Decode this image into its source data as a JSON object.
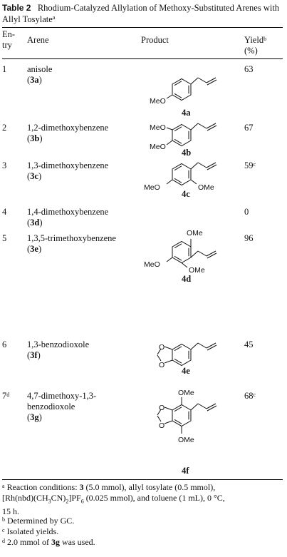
{
  "table": {
    "label": "Table 2",
    "title": "Rhodium-Catalyzed Allylation of Methoxy-Substituted Arenes with Allyl Tosylate",
    "title_sup": "a"
  },
  "headers": {
    "entry_line1": "En-",
    "entry_line2": "try",
    "arene": "Arene",
    "product": "Product",
    "yield": "Yield",
    "yield_sup": "b",
    "yield_unit": "(%)"
  },
  "rows": [
    {
      "entry": "1",
      "entry_sup": "",
      "arene": "anisole",
      "arene_extra": "",
      "compound": "3a",
      "product": "4a",
      "yield": "63",
      "yield_sup": "",
      "substituents": [
        "MeO"
      ]
    },
    {
      "entry": "2",
      "entry_sup": "",
      "arene": "1,2-dimethoxybenzene",
      "arene_extra": "",
      "compound": "3b",
      "product": "4b",
      "yield": "67",
      "yield_sup": "",
      "substituents": [
        "MeO",
        "MeO"
      ]
    },
    {
      "entry": "3",
      "entry_sup": "",
      "arene": "1,3-dimethoxybenzene",
      "arene_extra": "",
      "compound": "3c",
      "product": "4c",
      "yield": "59",
      "yield_sup": "c",
      "substituents": [
        "MeO",
        "OMe"
      ]
    },
    {
      "entry": "4",
      "entry_sup": "",
      "arene": "1,4-dimethoxybenzene",
      "arene_extra": "",
      "compound": "3d",
      "product": "",
      "yield": "0",
      "yield_sup": "",
      "substituents": []
    },
    {
      "entry": "5",
      "entry_sup": "",
      "arene": "1,3,5-trimethoxybenzene",
      "arene_extra": "",
      "compound": "3e",
      "product": "4d",
      "yield": "96",
      "yield_sup": "",
      "substituents": [
        "OMe",
        "MeO",
        "OMe"
      ]
    },
    {
      "entry": "6",
      "entry_sup": "",
      "arene": "1,3-benzodioxole",
      "arene_extra": "",
      "compound": "3f",
      "product": "4e",
      "yield": "45",
      "yield_sup": "",
      "substituents": []
    },
    {
      "entry": "7",
      "entry_sup": "d",
      "arene": "4,7-dimethoxy-1,3-",
      "arene_extra": "benzodioxole",
      "compound": "3g",
      "product": "4f",
      "yield": "68",
      "yield_sup": "c",
      "substituents": [
        "OMe",
        "OMe"
      ]
    }
  ],
  "footnotes": {
    "a_mark": "a",
    "a_text1": "Reaction conditions: ",
    "a_bold3": "3",
    "a_text2": " (5.0 mmol), allyl tosylate (0.5 mmol),",
    "a_text3": "[Rh(nbd)(CH",
    "a_sub3": "3",
    "a_text4": "CN)",
    "a_sub2": "2",
    "a_text5": "]PF",
    "a_sub6": "6",
    "a_text6": " (0.025 mmol), and toluene (1 mL), 0 °C,",
    "a_text7": "15 h.",
    "b_mark": "b",
    "b_text": "Determined by GC.",
    "c_mark": "c",
    "c_text": "Isolated yields.",
    "d_mark": "d",
    "d_text1": "2.0 mmol of ",
    "d_bold": "3g",
    "d_text2": " was used."
  }
}
